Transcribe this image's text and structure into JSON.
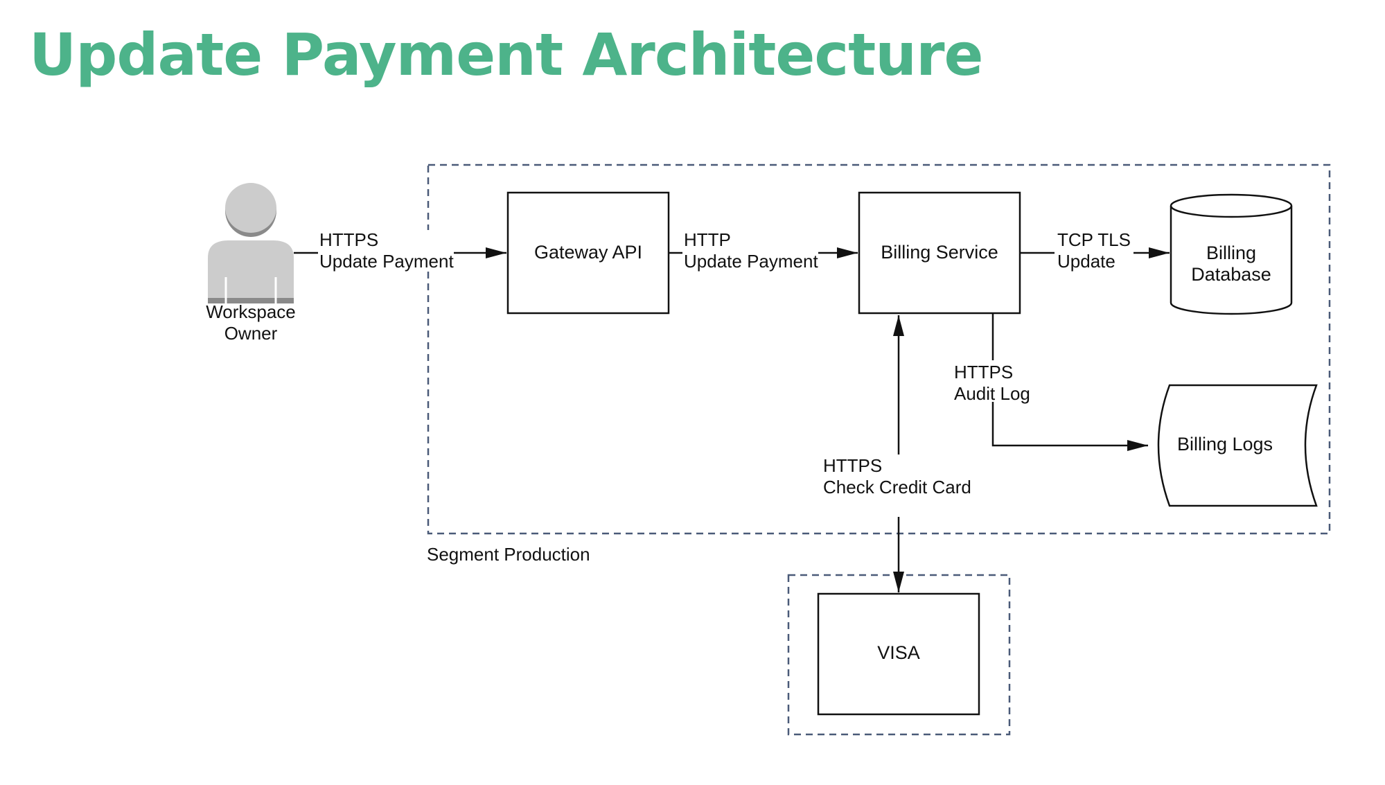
{
  "title": "Update Payment Architecture",
  "colors": {
    "title": "#4db38a",
    "boundary": "#4a5a78",
    "actor": "#c8c8c8",
    "actor_dark": "#8a8a8a"
  },
  "actor": {
    "icon": "person-icon",
    "line1": "Workspace",
    "line2": "Owner"
  },
  "boundaries": {
    "production": "Segment Production"
  },
  "nodes": {
    "gateway": "Gateway API",
    "billing_service": "Billing Service",
    "billing_db": {
      "line1": "Billing",
      "line2": "Database"
    },
    "billing_logs": "Billing Logs",
    "visa": "VISA"
  },
  "edges": {
    "owner_to_gateway": {
      "line1": "HTTPS",
      "line2": "Update Payment"
    },
    "gateway_to_billing": {
      "line1": "HTTP",
      "line2": "Update Payment"
    },
    "billing_to_db": {
      "line1": "TCP TLS",
      "line2": "Update"
    },
    "billing_to_logs": {
      "line1": "HTTPS",
      "line2": "Audit Log"
    },
    "billing_to_visa": {
      "line1": "HTTPS",
      "line2": "Check Credit Card"
    }
  }
}
